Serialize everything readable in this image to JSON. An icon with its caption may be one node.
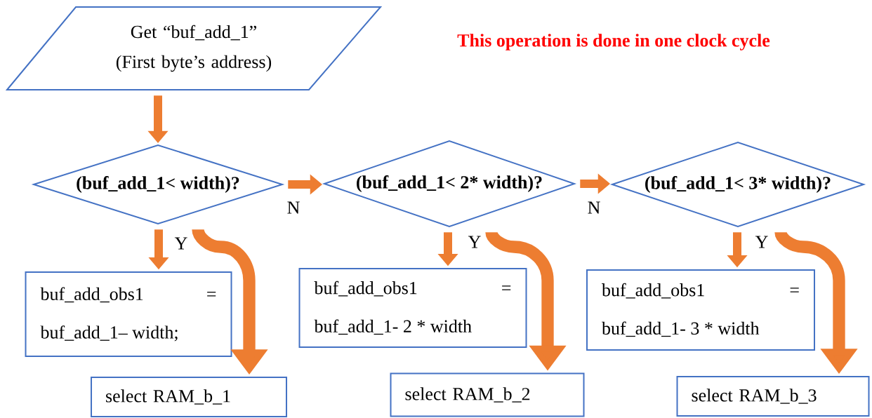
{
  "diagram": {
    "nodes": [
      {
        "text": [
          "Get “buf_add_1” (First byte’s address)"
        ]
      },
      {
        "text": [
          "(buf_add_1< width)?"
        ]
      },
      {
        "text": [
          "(buf_add_1< 2* width)?"
        ]
      },
      {
        "text": [
          "(buf_add_1< 3* width)?"
        ]
      },
      {
        "text": [
          "buf_add_obs1 = buf_add_1– width;"
        ]
      },
      {
        "text": [
          "buf_add_obs1 = buf_add_1- 2 * width"
        ]
      },
      {
        "text": [
          "buf_add_obs1 = buf_add_1- 3 * width"
        ]
      },
      {
        "text": [
          "select RAM_b_1"
        ]
      },
      {
        "text": [
          "select RAM_b_2"
        ]
      },
      {
        "text": [
          "select RAM_b_3"
        ]
      }
    ],
    "edges": [
      {
        "from": 0,
        "to": 1,
        "arrow": "to"
      },
      {
        "from": 1,
        "to": 2,
        "arrow": "to",
        "label": "N"
      },
      {
        "from": 2,
        "to": 3,
        "arrow": "to",
        "label": "N"
      },
      {
        "from": 1,
        "to": 4,
        "arrow": "to",
        "label": "Y"
      },
      {
        "from": 1,
        "to": 7,
        "arrow": "to"
      },
      {
        "from": 2,
        "to": 5,
        "arrow": "to",
        "label": "Y"
      },
      {
        "from": 2,
        "to": 8,
        "arrow": "to"
      },
      {
        "from": 3,
        "to": 6,
        "arrow": "to",
        "label": "Y"
      },
      {
        "from": 3,
        "to": 9,
        "arrow": "to"
      }
    ],
    "labels": [
      "This operation is done in one clock cycle"
    ]
  }
}
